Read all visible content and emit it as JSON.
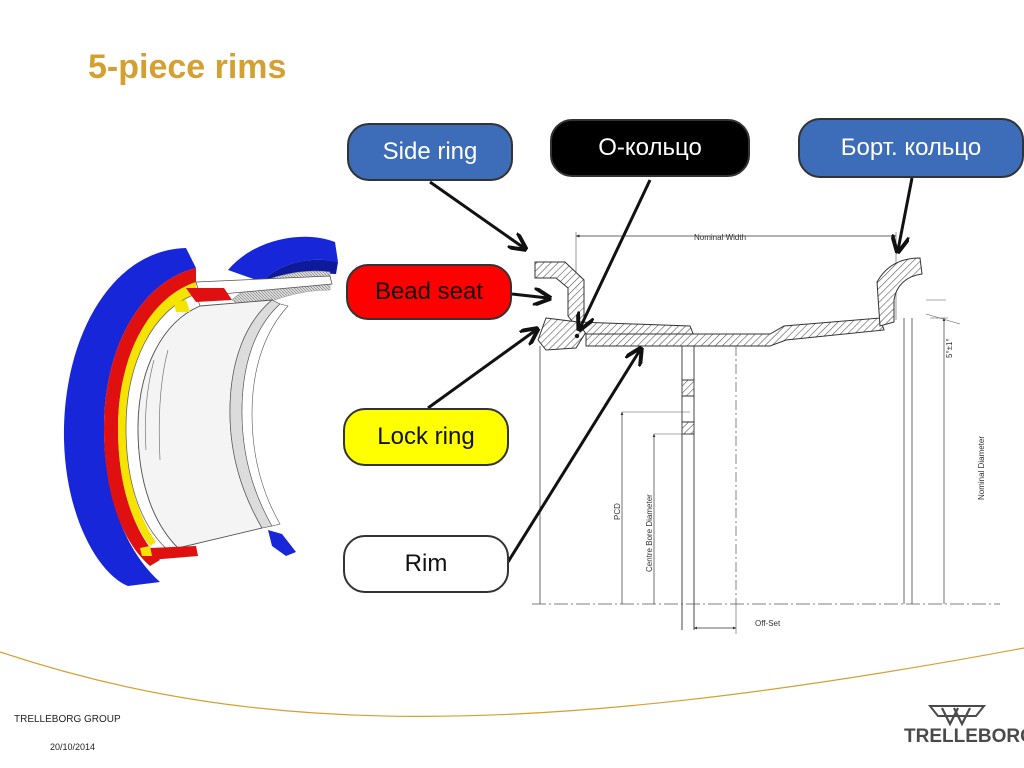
{
  "slide": {
    "title": "5-piece rims"
  },
  "labels": {
    "side_ring": "Side ring",
    "o_ring": "О-кольцо",
    "flange": "Борт. кольцо",
    "bead_seat": "Bead seat",
    "lock_ring": "Lock ring",
    "rim": "Rim"
  },
  "drawing_labels": {
    "nominal_width": "Nominal Width",
    "nominal_diameter": "Nominal Diameter",
    "pcd": "PCD",
    "centre_bore_diameter": "Centre Bore Diameter",
    "offset": "Off-Set",
    "angle": "5°±1°"
  },
  "footer": {
    "company": "TRELLEBORG GROUP",
    "date": "20/10/2014",
    "logo_text": "TRELLEBORG"
  },
  "colors": {
    "title": "#d5a032",
    "side_ring_pill": "#3d6cb9",
    "o_ring_pill": "#000000",
    "flange_pill": "#3d6cb9",
    "bead_seat_pill": "#ff0000",
    "lock_ring_pill": "#ffff00",
    "rim_pill": "#ffffff",
    "rim_blue": "#1626d8",
    "rim_red": "#e01010",
    "rim_yellow": "#f5e400",
    "accent_line": "#d5a032"
  }
}
